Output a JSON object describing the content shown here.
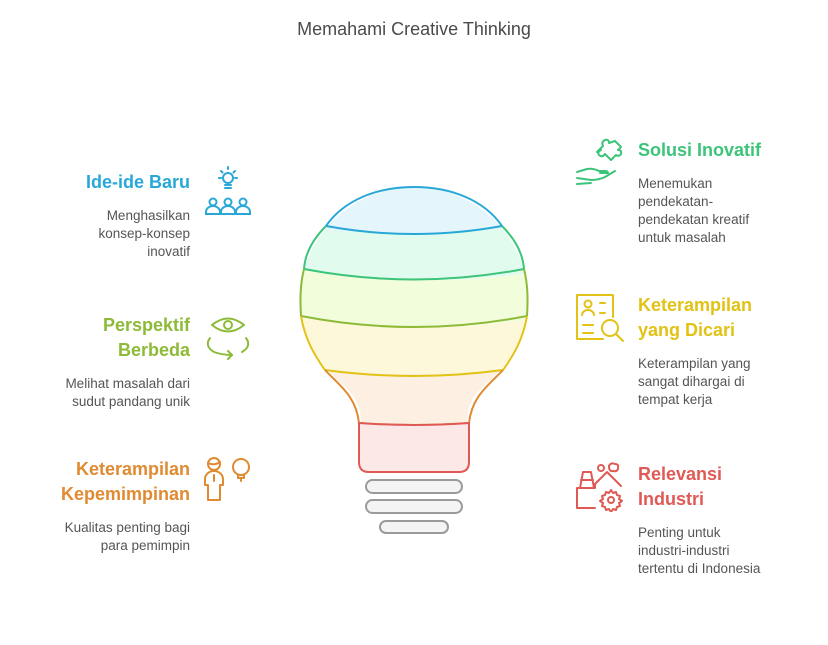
{
  "title": "Memahami Creative Thinking",
  "colors": {
    "blue": "#29a8d8",
    "green": "#3cc47a",
    "lime": "#8dbb37",
    "yellow": "#e2c214",
    "orange": "#e08a32",
    "red": "#e05a55",
    "gray": "#9a9a9a"
  },
  "left_items": [
    {
      "title_lines": [
        "Ide-ide Baru"
      ],
      "desc_lines": [
        "Menghasilkan",
        "konsep-konsep",
        "inovatif"
      ],
      "icon": "lightbulb-people-icon",
      "color": "#29a8d8"
    },
    {
      "title_lines": [
        "Perspektif",
        "Berbeda"
      ],
      "desc_lines": [
        "Melihat masalah dari",
        "sudut pandang unik"
      ],
      "icon": "eye-rotate-icon",
      "color": "#8dbb37"
    },
    {
      "title_lines": [
        "Keterampilan",
        "Kepemimpinan"
      ],
      "desc_lines": [
        "Kualitas penting bagi",
        "para pemimpin"
      ],
      "icon": "leader-idea-icon",
      "color": "#e08a32"
    }
  ],
  "right_items": [
    {
      "title_lines": [
        "Solusi Inovatif"
      ],
      "desc_lines": [
        "Menemukan",
        "pendekatan-",
        "pendekatan kreatif",
        "untuk masalah"
      ],
      "icon": "hand-puzzle-icon",
      "color": "#3cc47a"
    },
    {
      "title_lines": [
        "Keterampilan",
        "yang Dicari"
      ],
      "desc_lines": [
        "Keterampilan yang",
        "sangat dihargai di",
        "tempat kerja"
      ],
      "icon": "resume-search-icon",
      "color": "#e2c214"
    },
    {
      "title_lines": [
        "Relevansi",
        "Industri"
      ],
      "desc_lines": [
        "Penting untuk",
        "industri-industri",
        "tertentu di Indonesia"
      ],
      "icon": "factory-gear-icon",
      "color": "#e05a55"
    }
  ]
}
